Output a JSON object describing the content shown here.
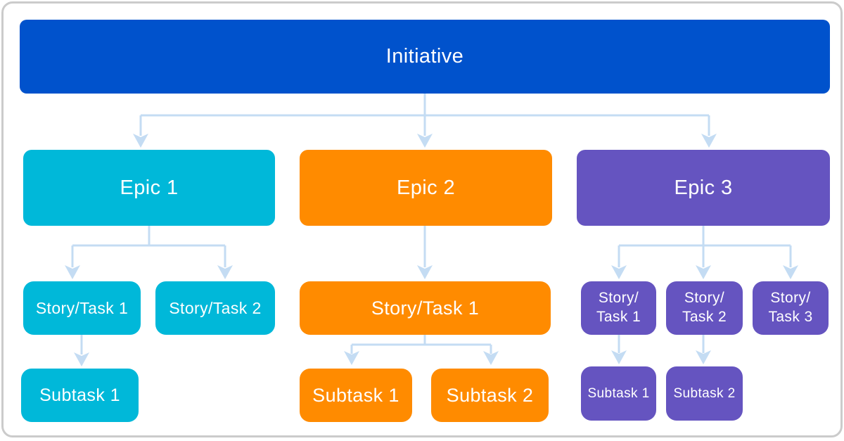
{
  "colors": {
    "initiative_blue": "#0052CC",
    "epic_cyan": "#00B8D9",
    "epic_orange": "#FF8B00",
    "epic_purple": "#6554C0",
    "connector_blue": "#C4DCF3",
    "frame_border": "#CBCBCB",
    "node_text": "#FFFFFF",
    "background": "#FFFFFF"
  },
  "diagram": {
    "initiative": {
      "label": "Initiative"
    },
    "epics": [
      {
        "label": "Epic 1"
      },
      {
        "label": "Epic 2"
      },
      {
        "label": "Epic 3"
      }
    ],
    "epic1_children": {
      "stories": [
        "Story/Task 1",
        "Story/Task 2"
      ],
      "subtasks": [
        "Subtask 1"
      ]
    },
    "epic2_children": {
      "stories": [
        "Story/Task 1"
      ],
      "subtasks": [
        "Subtask 1",
        "Subtask 2"
      ]
    },
    "epic3_children": {
      "stories": [
        [
          "Story/",
          "Task 1"
        ],
        [
          "Story/",
          "Task 2"
        ],
        [
          "Story/",
          "Task 3"
        ]
      ],
      "subtasks": [
        "Subtask 1",
        "Subtask 2"
      ]
    }
  }
}
